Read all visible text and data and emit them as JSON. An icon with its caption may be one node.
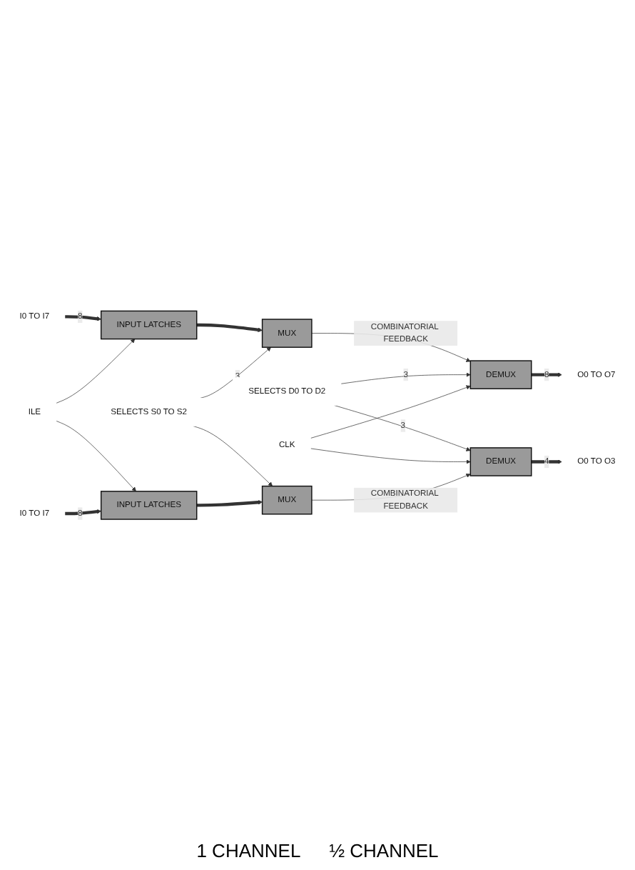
{
  "diagram": {
    "nodes": [
      {
        "text": [
          "INPUT LATCHES"
        ]
      },
      {
        "text": [
          "MUX"
        ]
      },
      {
        "text": [
          "DEMUX"
        ]
      },
      {
        "text": [
          "INPUT LATCHES"
        ]
      },
      {
        "text": [
          "MUX"
        ]
      },
      {
        "text": [
          "DEMUX"
        ]
      },
      {
        "text": [
          "I0 TO I7"
        ]
      },
      {
        "text": [
          "ILE"
        ]
      },
      {
        "text": [
          "SELECTS S0 TO S2"
        ]
      },
      {
        "text": [
          "SELECTS D0 TO D2"
        ]
      },
      {
        "text": [
          "CLK"
        ]
      },
      {
        "text": [
          "I0 TO I7"
        ]
      },
      {
        "text": [
          "O0 TO O7"
        ]
      },
      {
        "text": [
          "O0 TO O3"
        ]
      }
    ],
    "edges": [
      {
        "from": 6,
        "to": 0,
        "arrow": "to",
        "label": "8",
        "style": "thick"
      },
      {
        "from": 7,
        "to": 0,
        "arrow": "to"
      },
      {
        "from": 7,
        "to": 3,
        "arrow": "to"
      },
      {
        "from": 0,
        "to": 1,
        "arrow": "to",
        "style": "thick"
      },
      {
        "from": 8,
        "to": 1,
        "arrow": "to",
        "label": "3"
      },
      {
        "from": 8,
        "to": 4,
        "arrow": "to"
      },
      {
        "from": 1,
        "to": 2,
        "arrow": "to",
        "label": "COMBINATORIAL FEEDBACK"
      },
      {
        "from": 9,
        "to": 2,
        "arrow": "to",
        "label": "3"
      },
      {
        "from": 9,
        "to": 5,
        "arrow": "to",
        "label": "3"
      },
      {
        "from": 10,
        "to": 2,
        "arrow": "to"
      },
      {
        "from": 10,
        "to": 5,
        "arrow": "to"
      },
      {
        "from": 2,
        "to": 12,
        "arrow": "to",
        "label": "8",
        "style": "thick"
      },
      {
        "from": 11,
        "to": 3,
        "arrow": "to",
        "label": "8",
        "style": "thick"
      },
      {
        "from": 3,
        "to": 4,
        "arrow": "to",
        "style": "thick"
      },
      {
        "from": 4,
        "to": 5,
        "arrow": "to",
        "label": "COMBINATORIAL FEEDBACK"
      },
      {
        "from": 5,
        "to": 13,
        "arrow": "to",
        "label": "4",
        "style": "thick"
      }
    ],
    "labels": [
      "1 CHANNEL",
      "½ CHANNEL"
    ]
  }
}
